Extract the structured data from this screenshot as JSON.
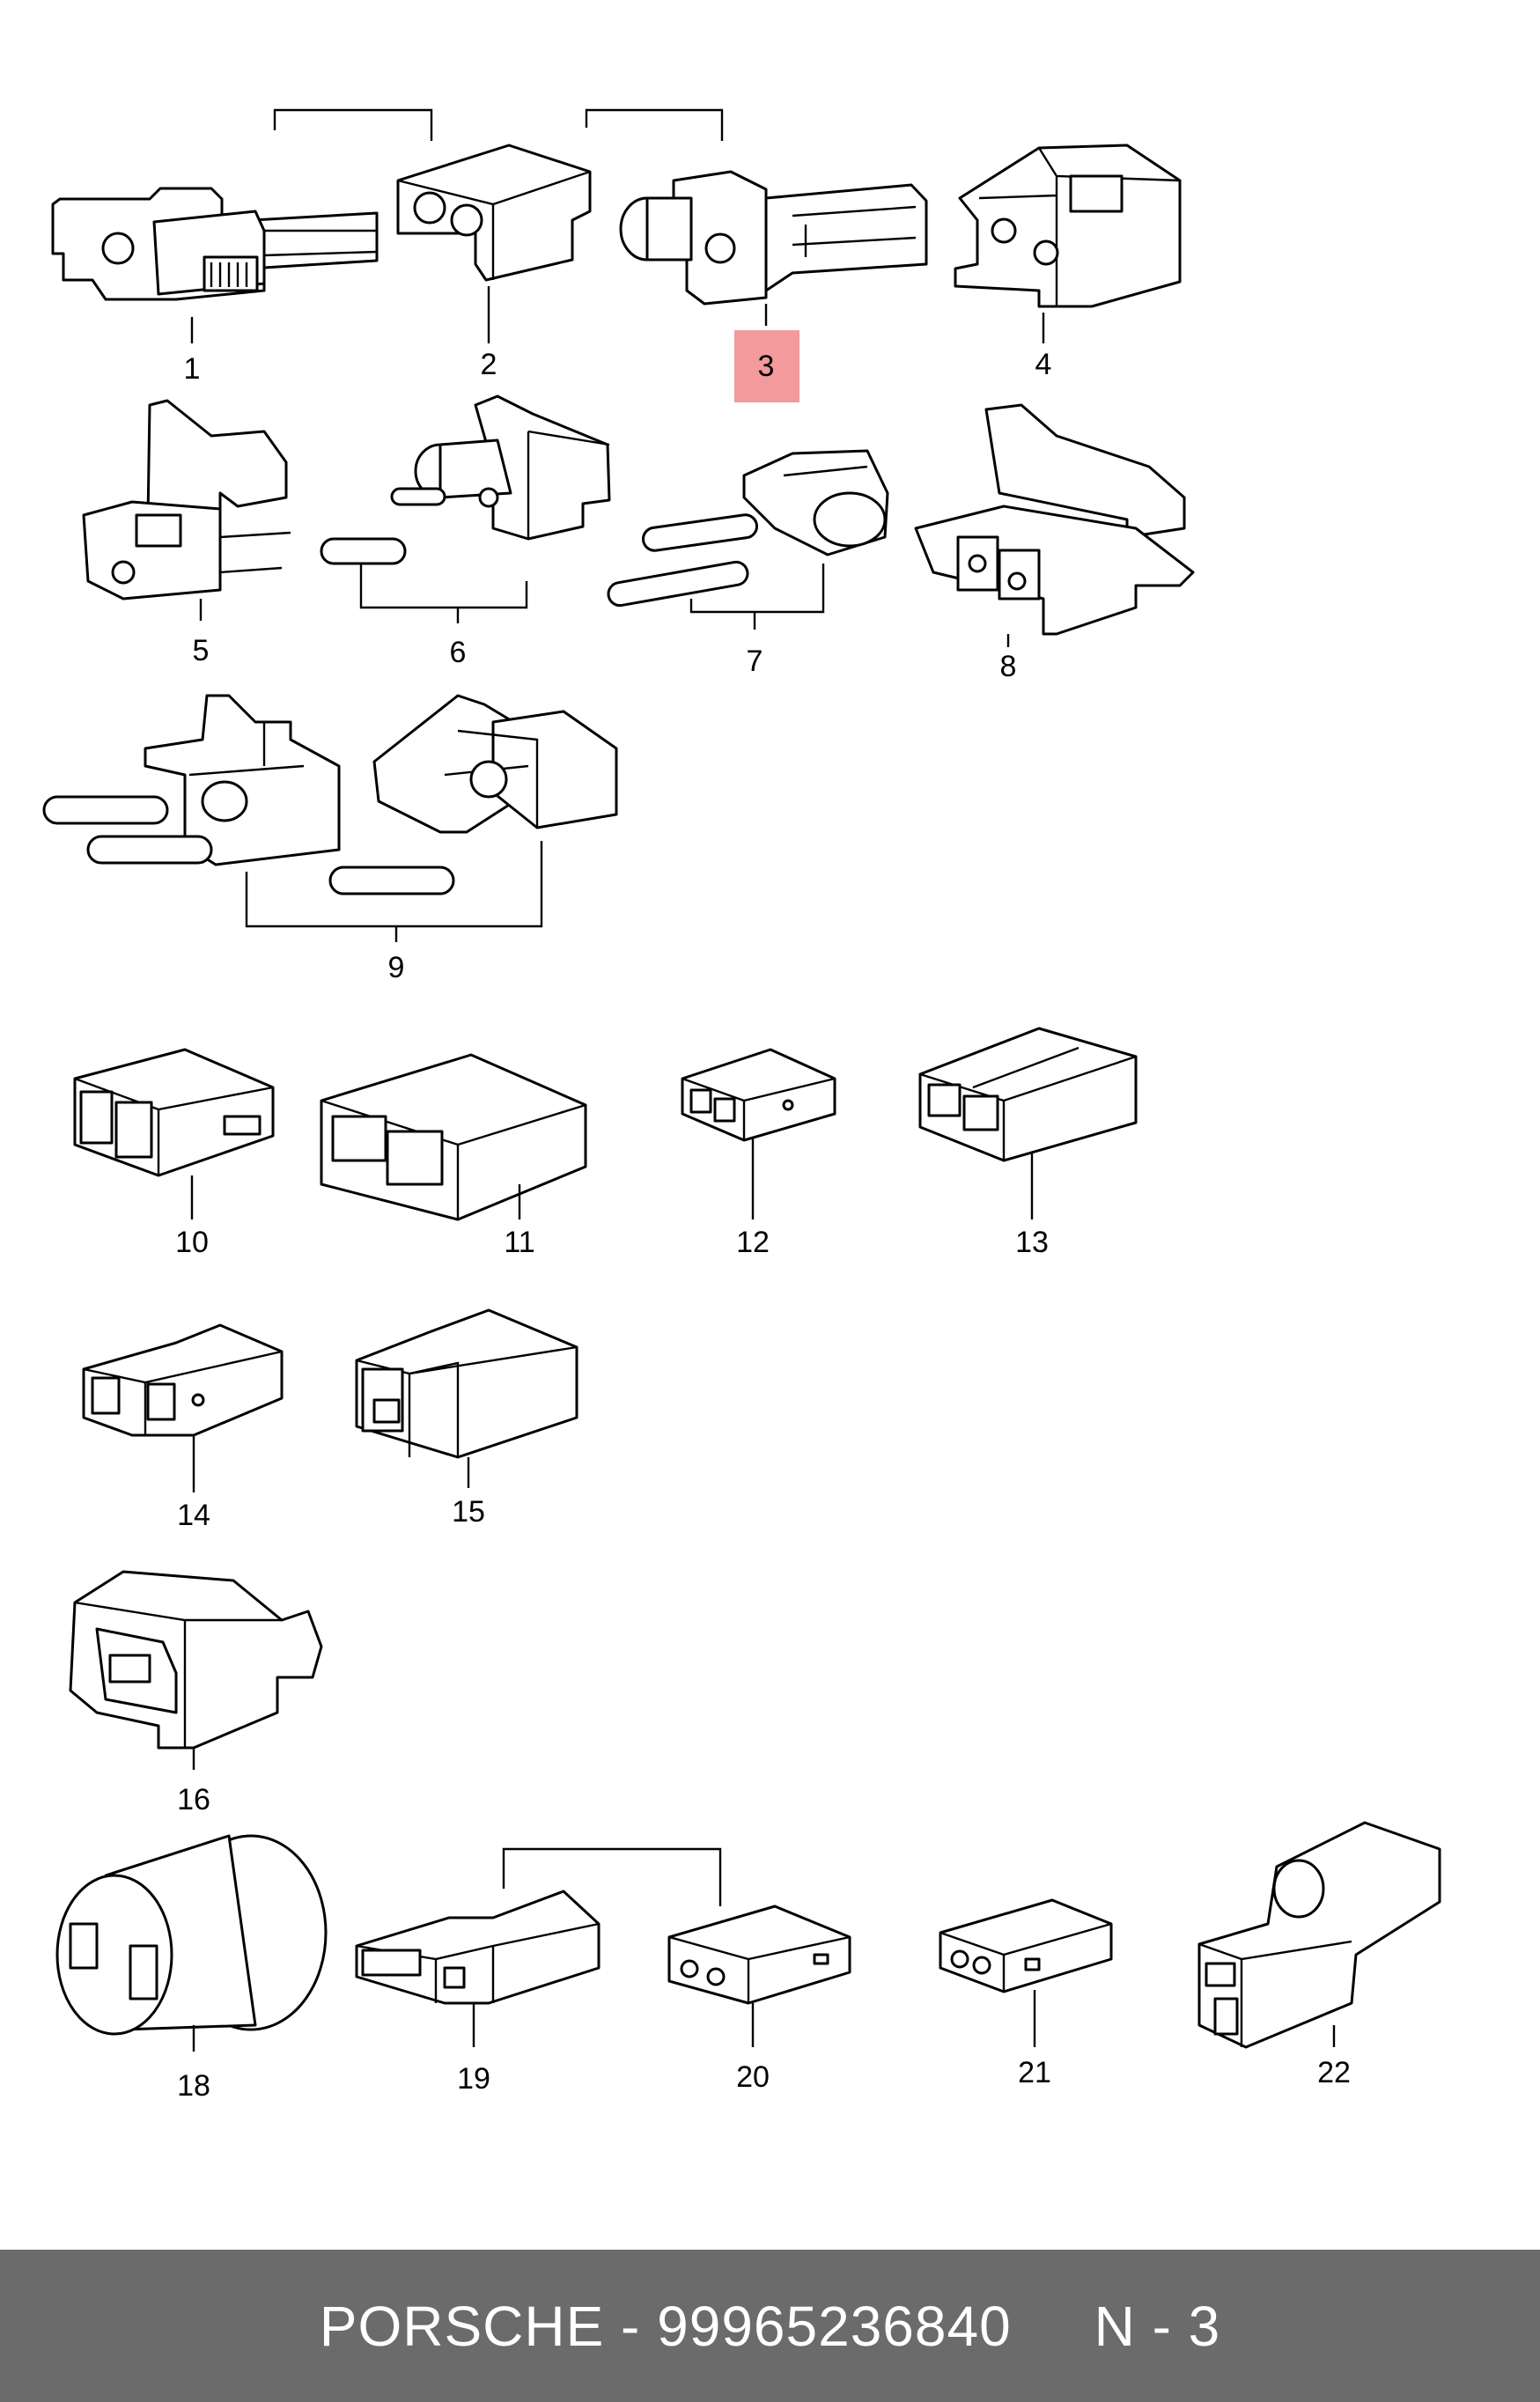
{
  "diagram": {
    "callouts": [
      "1",
      "2",
      "3",
      "4",
      "5",
      "6",
      "7",
      "8",
      "9",
      "10",
      "11",
      "12",
      "13",
      "14",
      "15",
      "16",
      "18",
      "19",
      "20",
      "21",
      "22"
    ],
    "highlighted_callout": "3",
    "highlight_color": "#f29a9c"
  },
  "footer": {
    "text": "PORSCHE - 99965236840     N - 3",
    "background_color": "#6b6b6b",
    "text_color": "#ffffff"
  }
}
